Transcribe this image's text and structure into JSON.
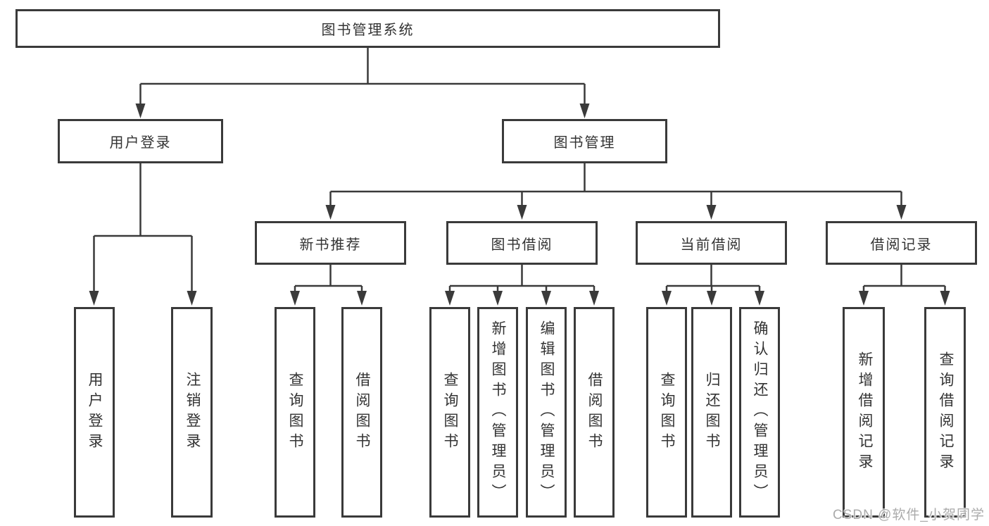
{
  "tree": {
    "label": "图书管理系统",
    "children": [
      {
        "label": "用户登录",
        "children": [
          "用户登录",
          "注销登录"
        ]
      },
      {
        "label": "图书管理",
        "children": [
          {
            "label": "新书推荐",
            "children": [
              "查询图书",
              "借阅图书"
            ]
          },
          {
            "label": "图书借阅",
            "children": [
              "查询图书",
              "新增图书（管理员）",
              "编辑图书（管理员）",
              "借阅图书"
            ]
          },
          {
            "label": "当前借阅",
            "children": [
              "查询图书",
              "归还图书",
              "确认归还（管理员）"
            ]
          },
          {
            "label": "借阅记录",
            "children": [
              "新增借阅记录",
              "查询借阅记录"
            ]
          }
        ]
      }
    ]
  },
  "watermark": "CSDN @软件_小贺同学",
  "colors": {
    "line": "#3a3a3a",
    "text": "#333333",
    "background": "#ffffff",
    "watermark": "#ababab"
  }
}
